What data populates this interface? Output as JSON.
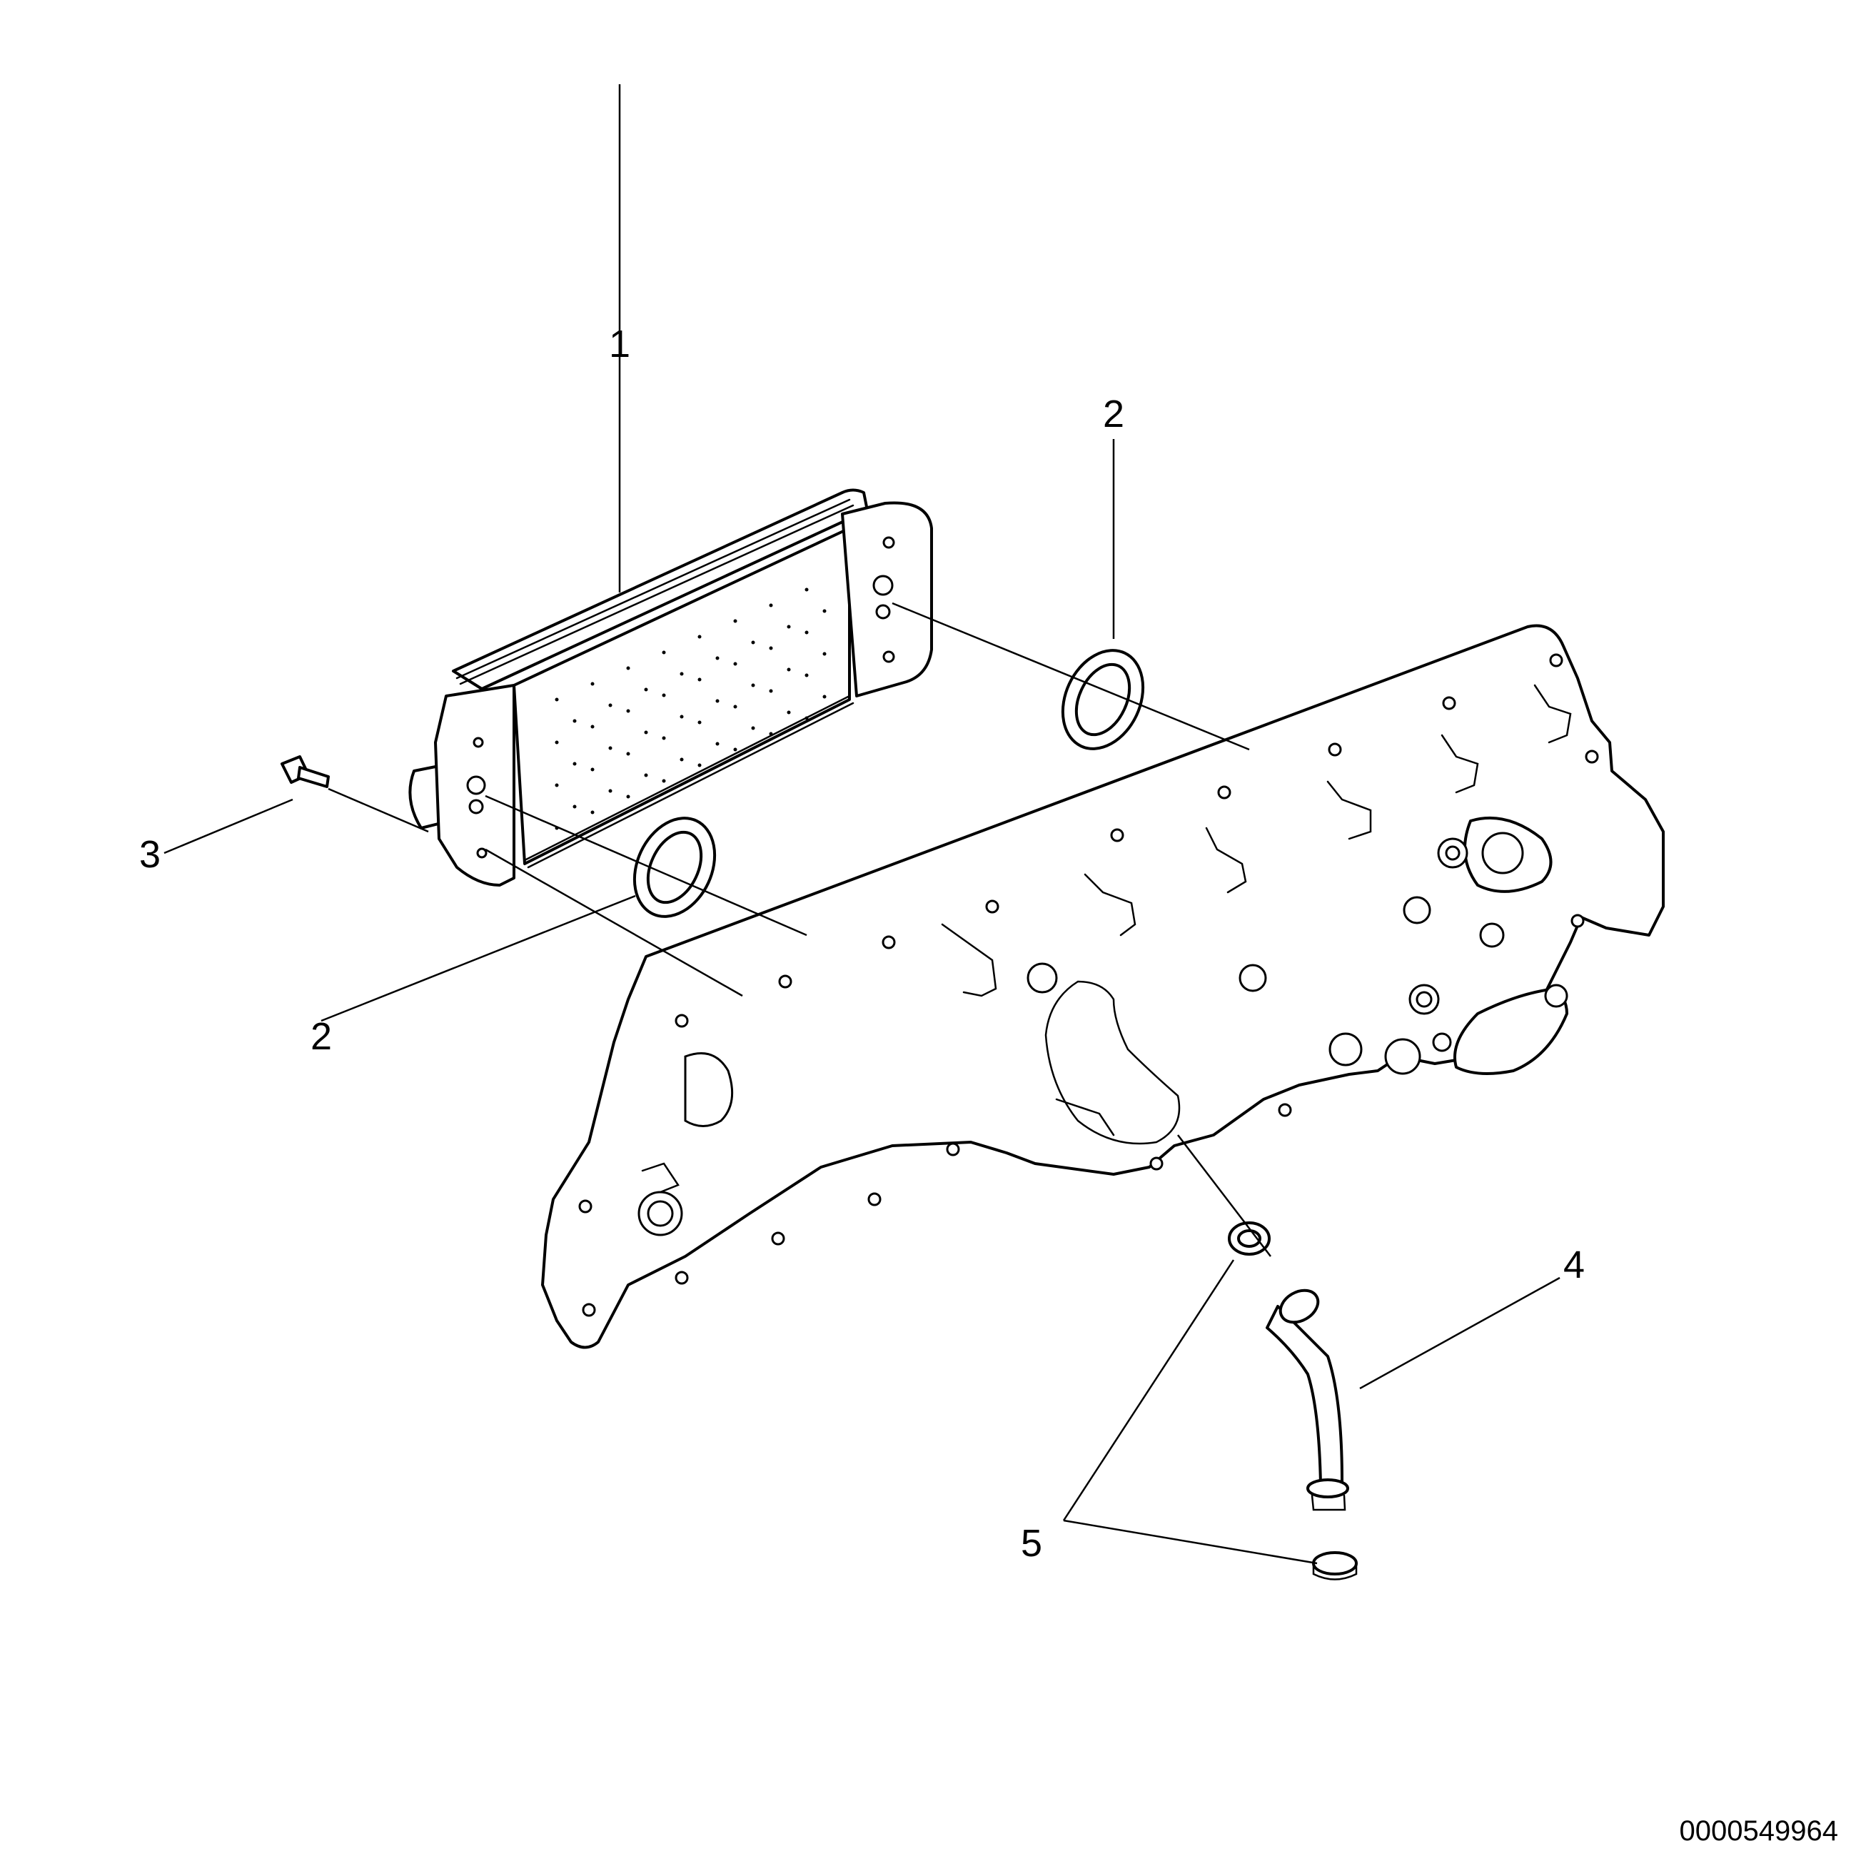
{
  "callouts": {
    "oil_cooler": "1",
    "gasket_upper": "2",
    "gasket_lower": "2",
    "bolt": "3",
    "tube": "4",
    "seal_rings": "5"
  },
  "drawing_number": "0000549964"
}
